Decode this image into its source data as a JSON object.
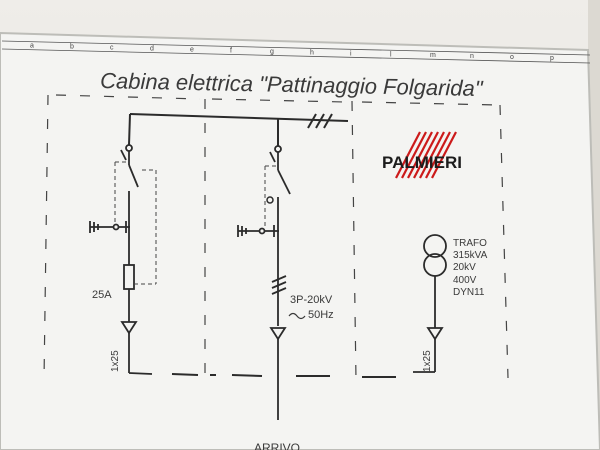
{
  "diagram": {
    "title": "Cabina elettrica \"Pattinaggio Folgarida\"",
    "brand": "PALMIERI",
    "ruler_letters": [
      "a",
      "b",
      "c",
      "d",
      "e",
      "f",
      "g",
      "h",
      "i",
      "l",
      "m",
      "n",
      "o",
      "p"
    ],
    "left_bay": {
      "fuse": "25A",
      "cable": "1x25"
    },
    "middle_bay": {
      "line_spec": [
        "3P-20kV",
        "50Hz"
      ]
    },
    "right_bay": {
      "transformer": [
        "TRAFO",
        "315kVA",
        "20kV",
        "400V",
        "DYN11"
      ],
      "cable": "1x25"
    },
    "incoming_label": "ARRIVO"
  },
  "colors": {
    "line": "#2b2b2b",
    "text": "#3a3a3a",
    "brand": "#cc1a1a",
    "panel": "#f4f4f2",
    "frame": "#bdbdb8"
  }
}
